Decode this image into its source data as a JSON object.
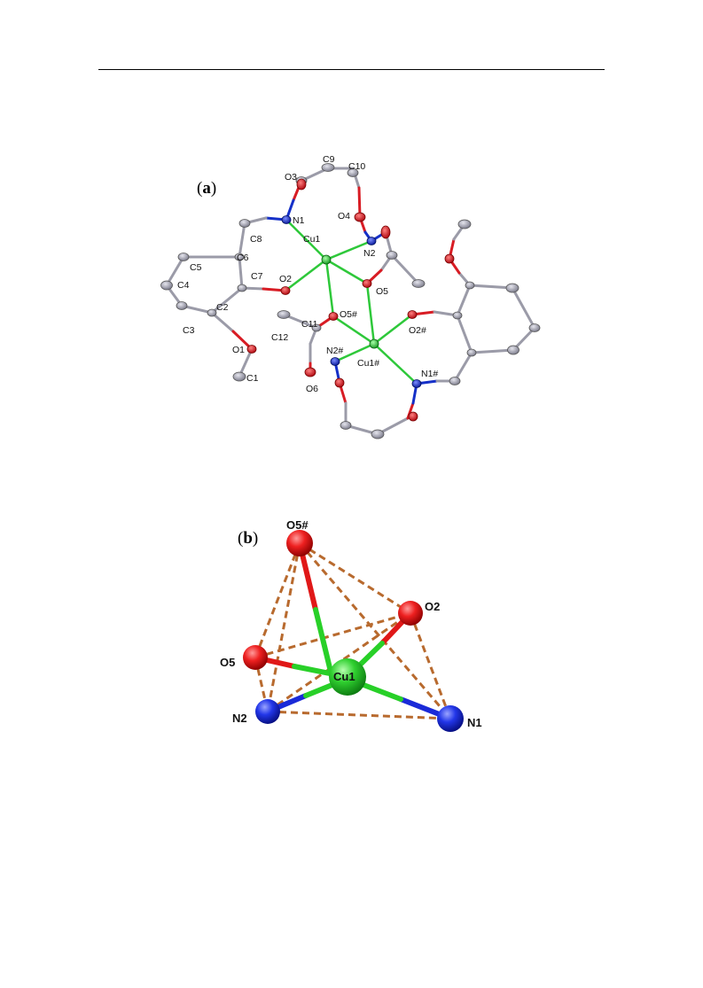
{
  "panel_a": {
    "label_open": "(",
    "label_letter": "a",
    "label_close": ")",
    "atom_labels": {
      "o3": "O3",
      "c9": "C9",
      "c10": "C10",
      "n1": "N1",
      "o4": "O4",
      "cu1": "Cu1",
      "n2": "N2",
      "c8": "C8",
      "c6": "C6",
      "c5": "C5",
      "c7": "C7",
      "o2": "O2",
      "o5": "O5",
      "c4": "C4",
      "c2": "C2",
      "o5h": "O5#",
      "o2h": "O2#",
      "c11": "C11",
      "c3": "C3",
      "c12": "C12",
      "n2h": "N2#",
      "cu1h": "Cu1#",
      "o1": "O1",
      "n1h": "N1#",
      "c1": "C1",
      "o6": "O6"
    },
    "colors": {
      "carbon": "#9b9ba8",
      "oxygen": "#d81c24",
      "nitrogen": "#1530c8",
      "copper": "#2ec83a"
    }
  },
  "panel_b": {
    "label_open": "(",
    "label_letter": "b",
    "label_close": ")",
    "atom_labels": {
      "o5h": "O5#",
      "o2": "O2",
      "o5": "O5",
      "cu1": "Cu1",
      "n2": "N2",
      "n1": "N1"
    },
    "colors": {
      "oxygen": "#e01818",
      "nitrogen": "#1a2ad8",
      "copper": "#28d028",
      "dash": "#b86a2e"
    }
  }
}
